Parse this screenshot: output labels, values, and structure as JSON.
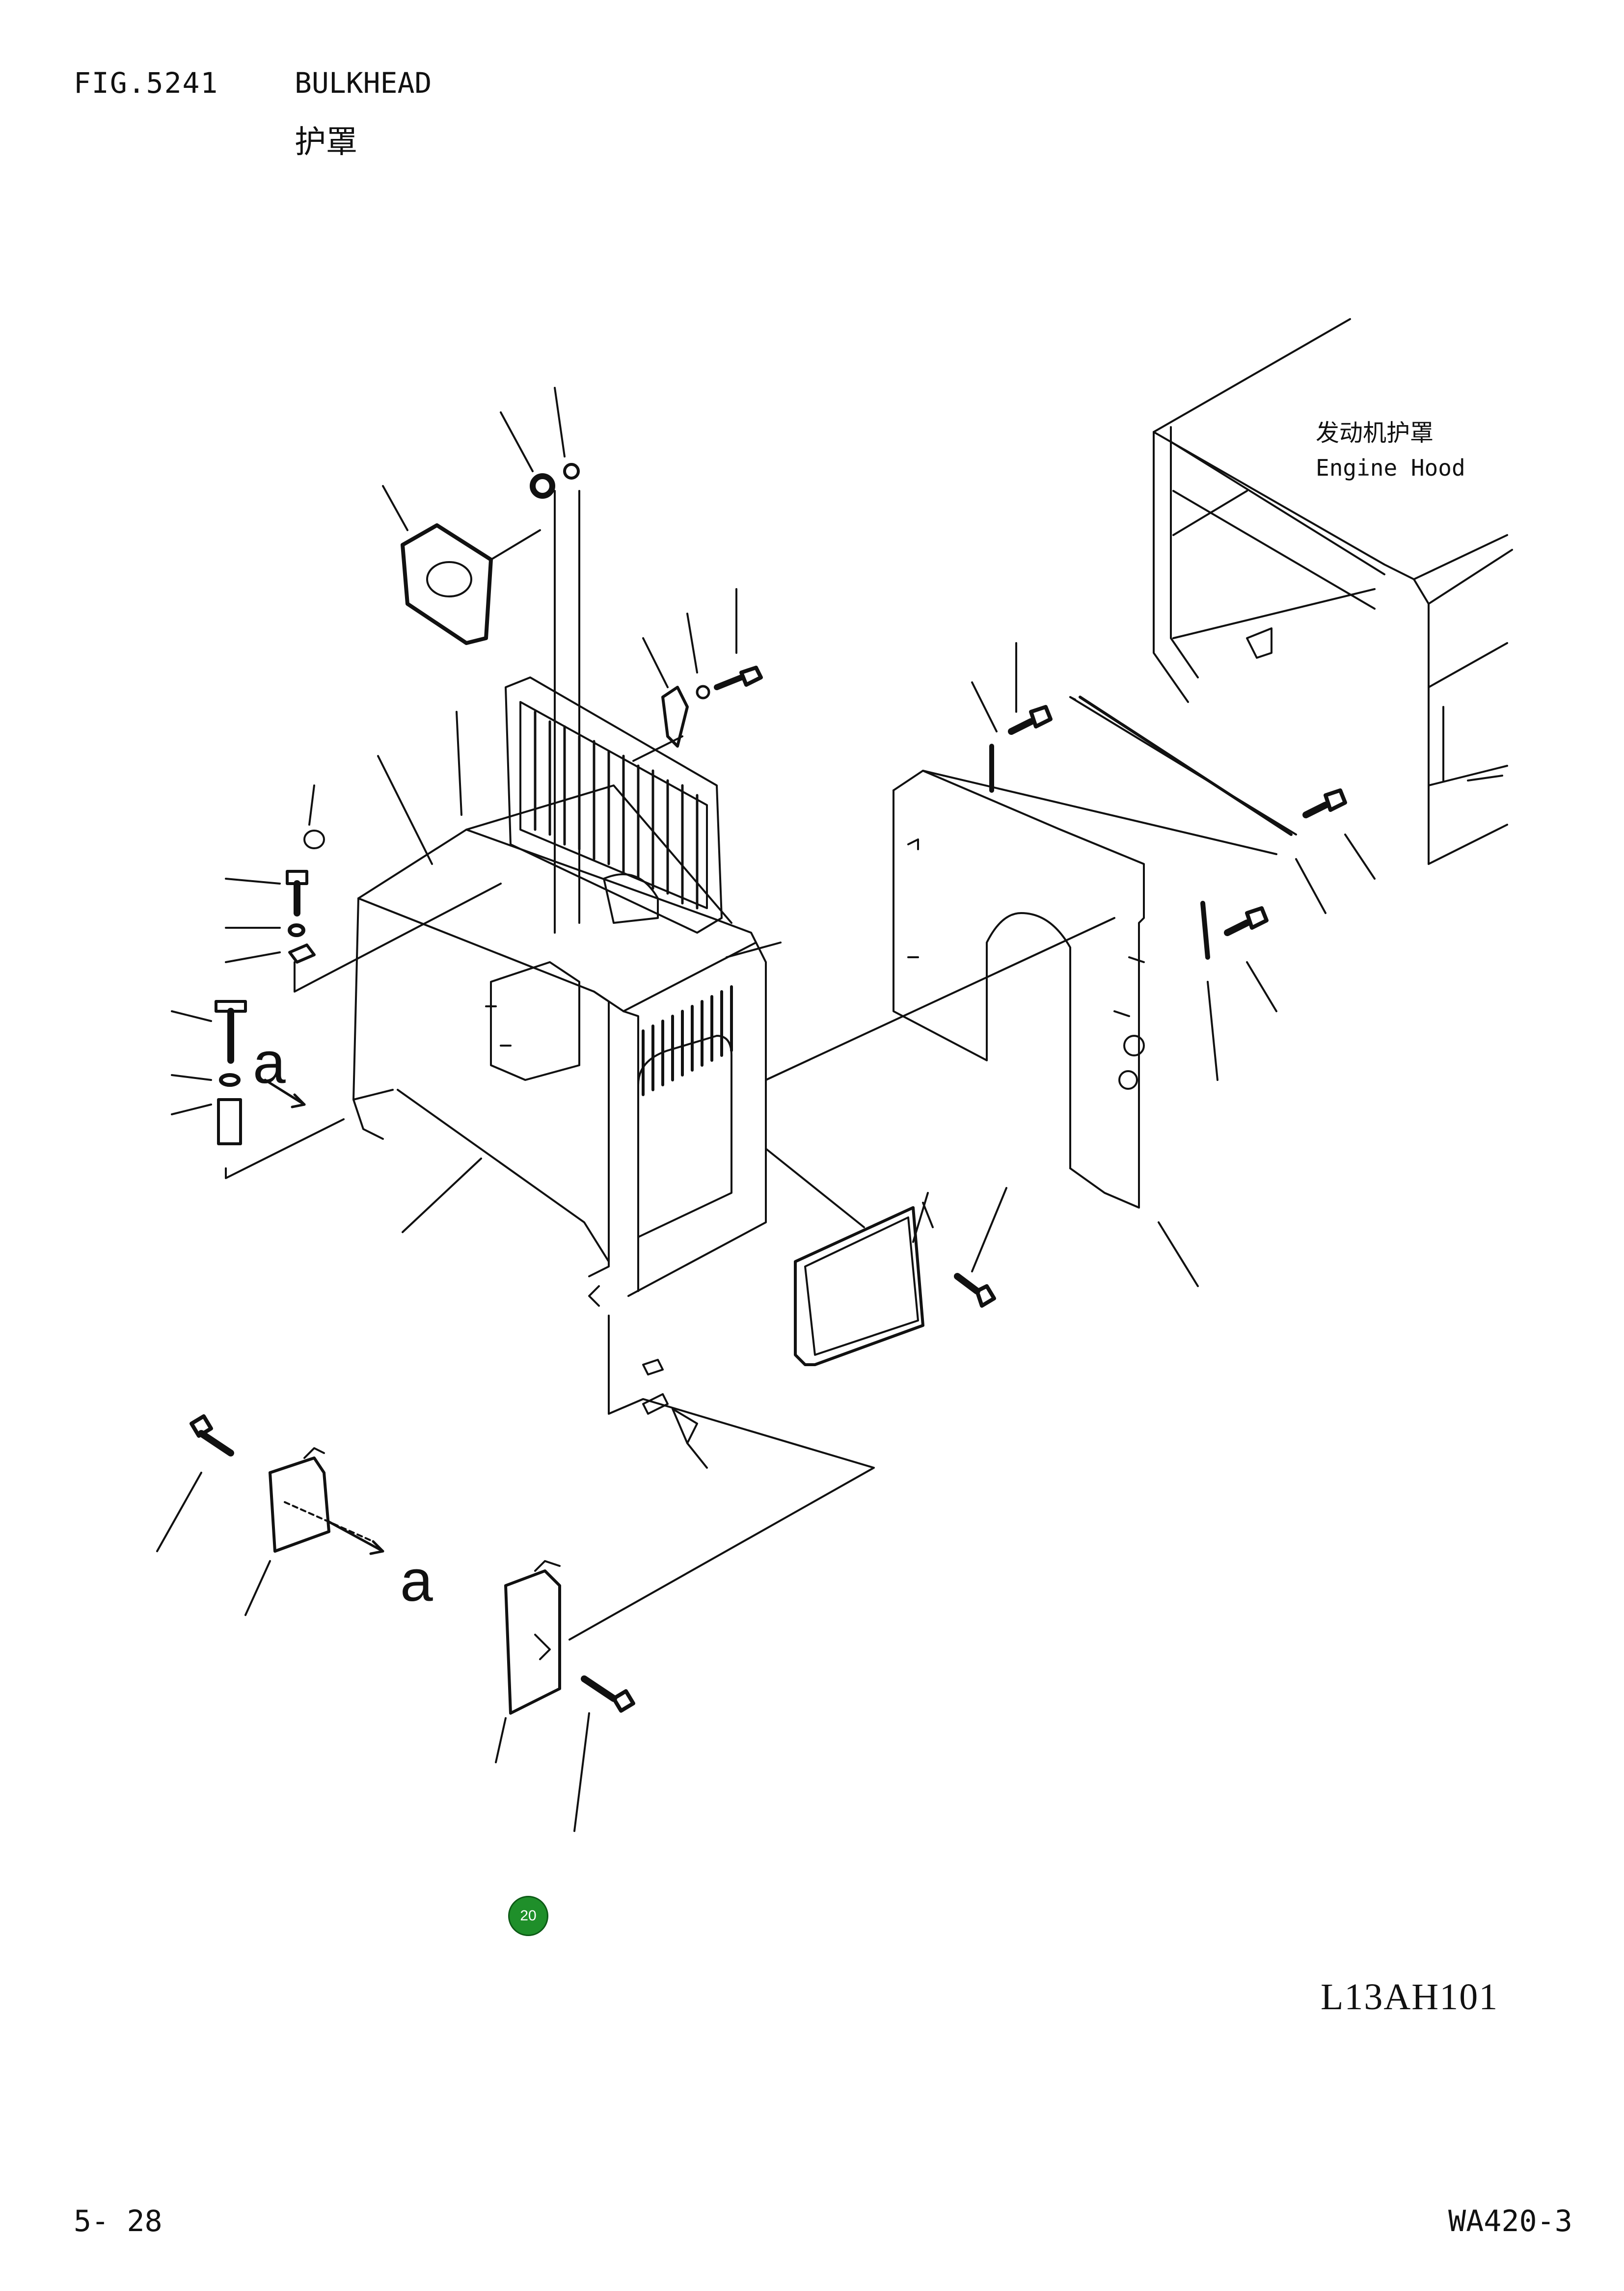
{
  "header": {
    "fig_number": "FIG.5241",
    "title": "BULKHEAD",
    "title_cn": "护罩"
  },
  "callouts": {
    "engine_hood_cn": "发动机护罩",
    "engine_hood_en": "Engine Hood",
    "ref_a_left": "a",
    "ref_a_bottom": "a"
  },
  "footer": {
    "drawing_code": "L13AH101",
    "page_number": "5- 28",
    "model_code": "WA420-3"
  },
  "badge": {
    "label": "20",
    "color": "#1f8f2a"
  }
}
